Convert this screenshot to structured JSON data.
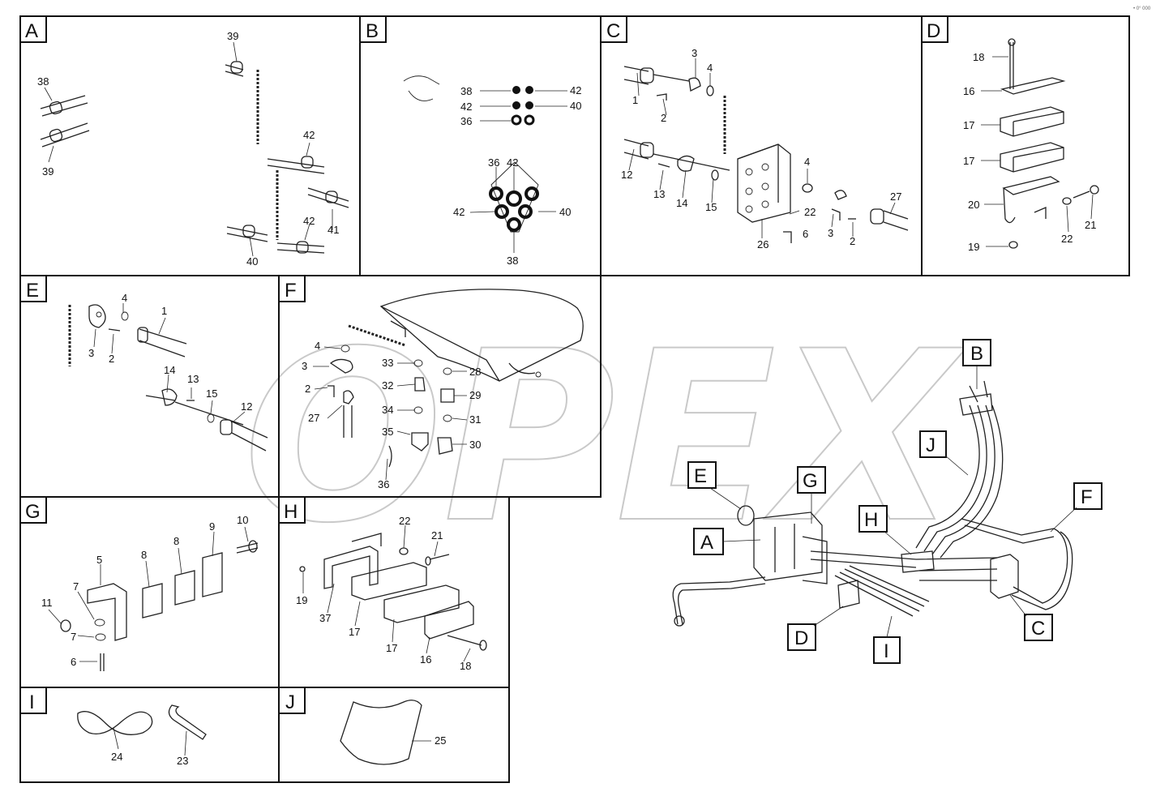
{
  "watermark": "OPEX",
  "corner_mark": "• 0° 000",
  "panels": {
    "A": {
      "tag": "A",
      "labels": [
        "39",
        "38",
        "39",
        "42",
        "41",
        "42",
        "40"
      ]
    },
    "B": {
      "tag": "B",
      "labels": [
        "38",
        "42",
        "42",
        "40",
        "36",
        "36",
        "42",
        "42",
        "40",
        "38"
      ]
    },
    "C": {
      "tag": "C",
      "labels": [
        "3",
        "4",
        "1",
        "2",
        "12",
        "13",
        "14",
        "15",
        "4",
        "22",
        "6",
        "26",
        "3",
        "2",
        "27"
      ]
    },
    "D": {
      "tag": "D",
      "labels": [
        "18",
        "16",
        "17",
        "17",
        "20",
        "19",
        "22",
        "21"
      ]
    },
    "E": {
      "tag": "E",
      "labels": [
        "4",
        "1",
        "3",
        "2",
        "14",
        "13",
        "15",
        "12"
      ]
    },
    "F": {
      "tag": "F",
      "labels": [
        "4",
        "3",
        "2",
        "27",
        "33",
        "32",
        "34",
        "35",
        "36",
        "28",
        "29",
        "31",
        "30"
      ]
    },
    "G": {
      "tag": "G",
      "labels": [
        "10",
        "9",
        "8",
        "8",
        "5",
        "7",
        "11",
        "7",
        "6"
      ]
    },
    "H": {
      "tag": "H",
      "labels": [
        "22",
        "21",
        "19",
        "37",
        "17",
        "17",
        "16",
        "18"
      ]
    },
    "I": {
      "tag": "I",
      "labels": [
        "24",
        "23"
      ]
    },
    "J": {
      "tag": "J",
      "labels": [
        "25"
      ]
    }
  },
  "overview_callouts": [
    "B",
    "J",
    "E",
    "G",
    "H",
    "F",
    "A",
    "D",
    "I",
    "C"
  ]
}
